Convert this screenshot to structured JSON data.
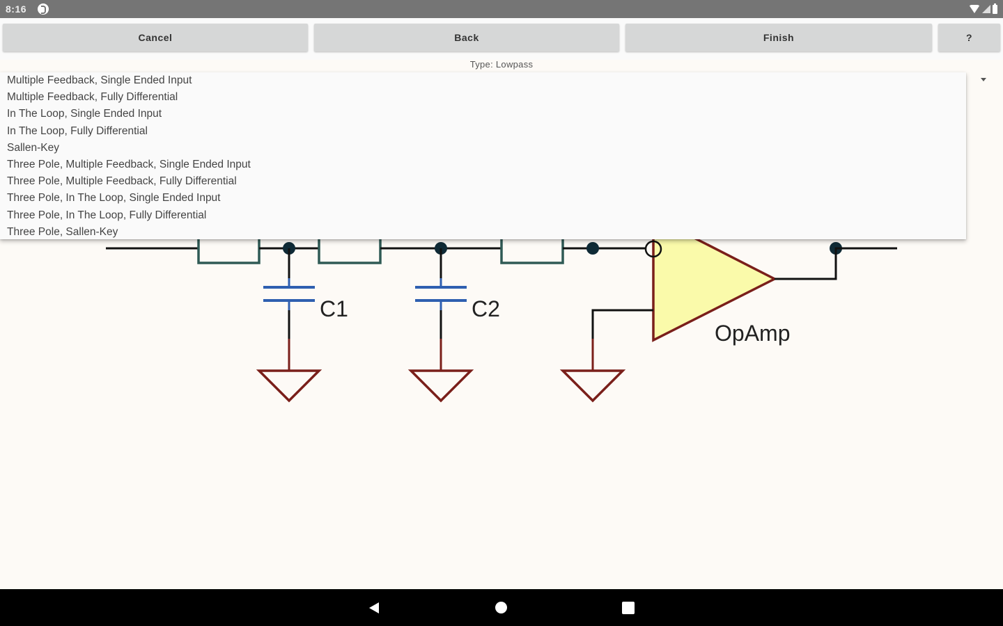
{
  "status_bar": {
    "time": "8:16",
    "icons": [
      "notification-app-icon",
      "wifi-icon",
      "signal-icon",
      "battery-icon"
    ]
  },
  "toolbar": {
    "cancel_label": "Cancel",
    "back_label": "Back",
    "finish_label": "Finish",
    "help_label": "?"
  },
  "filter": {
    "type_label": "Type: Lowpass"
  },
  "topology_dropdown": {
    "options": [
      "Multiple Feedback, Single Ended Input",
      "Multiple Feedback, Fully Differential",
      "In The Loop, Single Ended Input",
      "In The Loop, Fully Differential",
      "Sallen-Key",
      "Three Pole, Multiple Feedback, Single Ended Input",
      "Three Pole, Multiple Feedback, Fully Differential",
      "Three Pole, In The Loop, Single Ended Input",
      "Three Pole, In The Loop, Fully Differential",
      "Three Pole, Sallen-Key"
    ]
  },
  "schematic": {
    "labels": {
      "c1": "C1",
      "c2": "C2",
      "opamp": "OpAmp"
    },
    "colors": {
      "wire": "#111111",
      "resistor": "#2f5a55",
      "capacitor": "#2e5fb0",
      "ground": "#7a1f1a",
      "opamp_fill": "#fafaaa",
      "opamp_stroke": "#7a1f1a",
      "node": "#0f2a36"
    }
  },
  "nav_bar": {
    "buttons": [
      "back-icon",
      "home-icon",
      "recents-icon"
    ]
  }
}
